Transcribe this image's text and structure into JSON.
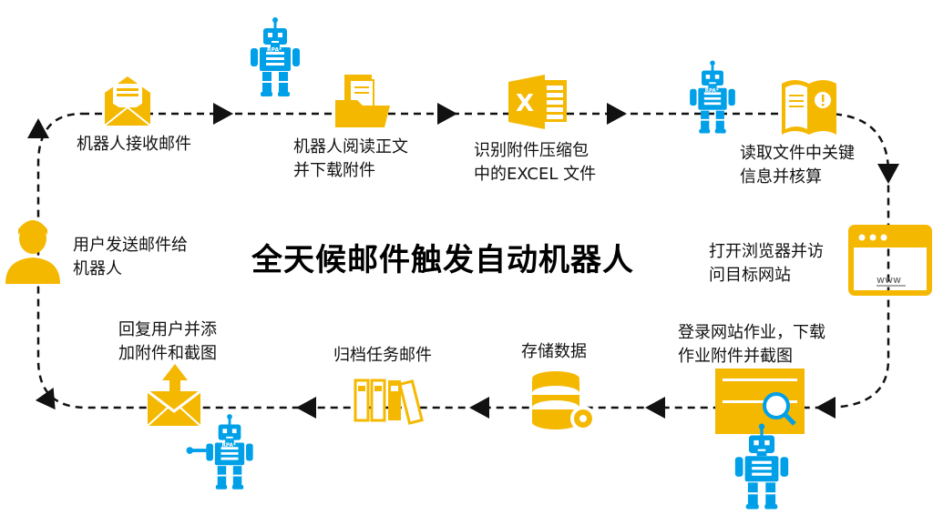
{
  "title": "全天候邮件触发自动机器人",
  "colors": {
    "yellow": "#f5b800",
    "blue": "#00a0e9",
    "line": "#111111"
  },
  "steps": [
    {
      "icon": "user-icon",
      "lines": [
        "用户发送邮件给",
        "机器人"
      ]
    },
    {
      "icon": "envelope-open-icon",
      "lines": [
        "机器人接收邮件"
      ]
    },
    {
      "icon": "folder-documents-icon",
      "lines": [
        "机器人阅读正文",
        "并下载附件"
      ]
    },
    {
      "icon": "excel-icon",
      "lines": [
        "识别附件压缩包",
        "中的EXCEL 文件"
      ]
    },
    {
      "icon": "open-book-icon",
      "lines": [
        "读取文件中关键",
        "信息并核算"
      ]
    },
    {
      "icon": "browser-window-icon",
      "lines": [
        "打开浏览器并访",
        "问目标网站"
      ],
      "caption": "www"
    },
    {
      "icon": "website-screenshot-icon",
      "lines": [
        "登录网站作业，下载",
        "作业附件并截图"
      ]
    },
    {
      "icon": "database-gear-icon",
      "lines": [
        "存储数据"
      ]
    },
    {
      "icon": "archive-binders-icon",
      "lines": [
        "归档任务邮件"
      ]
    },
    {
      "icon": "envelope-reply-icon",
      "lines": [
        "回复用户并添",
        "加附件和截图"
      ]
    }
  ],
  "robot_badge": "RPA*"
}
